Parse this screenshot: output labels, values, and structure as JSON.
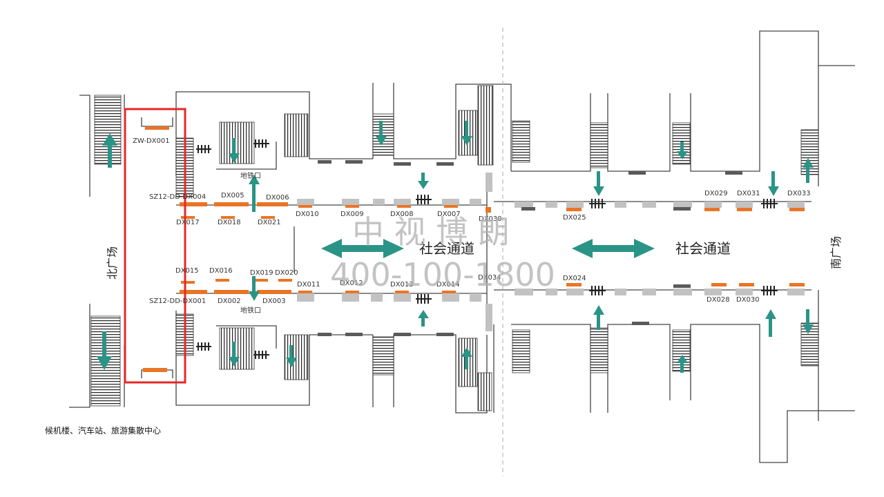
{
  "colors": {
    "teal": "#2a9486",
    "orange": "#ea7425",
    "gray_block": "#c2c2c2",
    "dark_block": "#5a5a5a",
    "wall": "#333333",
    "highlight": "#e52727"
  },
  "labels": {
    "zw_dx001": "ZW-DX001",
    "sz12_dd_dx004": "SZ12-DD-DX004",
    "dx005": "DX005",
    "dx006": "DX006",
    "dx017": "DX017",
    "dx018": "DX018",
    "dx021": "DX021",
    "dx010": "DX010",
    "dx009": "DX009",
    "dx008": "DX008",
    "dx007": "DX007",
    "dx030_mid": "DX030",
    "dx025": "DX025",
    "dx029": "DX029",
    "dx031": "DX031",
    "dx033": "DX033",
    "dx015": "DX015",
    "dx016": "DX016",
    "dx019": "DX019",
    "dx020": "DX020",
    "sz12_dd_dx001": "SZ12-DD-DX001",
    "dx002": "DX002",
    "dx003": "DX003",
    "dx011": "DX011",
    "dx012": "DX012",
    "dx013": "DX013",
    "dx014": "DX014",
    "dx034": "DX034",
    "dx024": "DX024",
    "dx028": "DX028",
    "dx030": "DX030",
    "metro_exit_top": "地铁口",
    "metro_exit_bottom": "地铁口",
    "social_passage_1": "社会通道",
    "social_passage_2": "社会通道",
    "north_plaza": "北广场",
    "south_plaza": "南广场",
    "footer": "候机楼、汽车站、旅游集散中心"
  },
  "watermark": {
    "name": "中 视 博 朗",
    "phone": "400-100-1800"
  },
  "icons": [
    "double-arrow-icon",
    "up-arrow-icon",
    "down-arrow-icon",
    "escalator-icon",
    "gate-icon"
  ]
}
